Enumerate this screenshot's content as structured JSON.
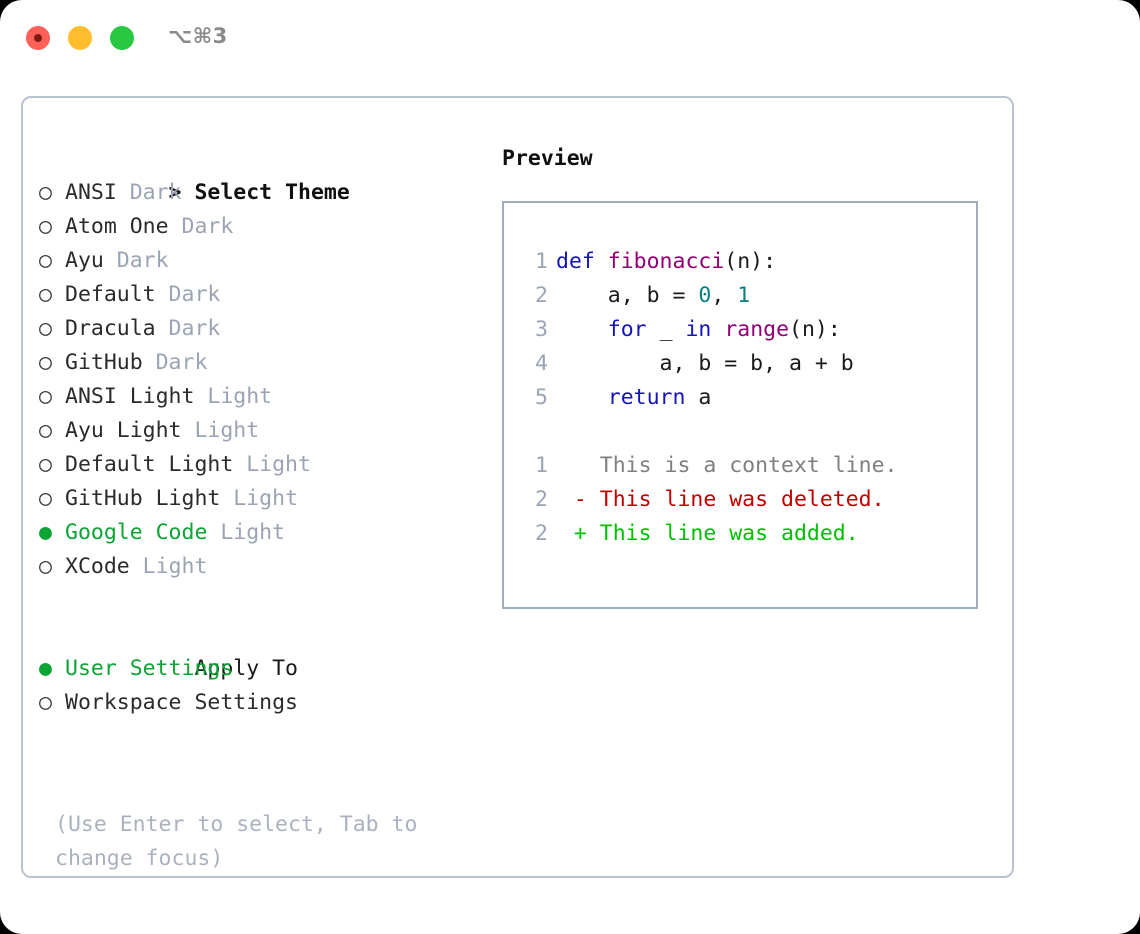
{
  "window": {
    "shortcut": "⌥⌘3",
    "traffic_lights": [
      {
        "name": "close",
        "color": "#ff6159"
      },
      {
        "name": "minimize",
        "color": "#ffbd2e"
      },
      {
        "name": "zoom",
        "color": "#28c840"
      }
    ]
  },
  "theme_picker": {
    "header_marker": ">",
    "header": "Select Theme",
    "marker_selected": "●",
    "marker_unselected": "○",
    "items": [
      {
        "name": "ANSI",
        "tag": "Dark",
        "selected": false
      },
      {
        "name": "Atom One",
        "tag": "Dark",
        "selected": false
      },
      {
        "name": "Ayu",
        "tag": "Dark",
        "selected": false
      },
      {
        "name": "Default",
        "tag": "Dark",
        "selected": false
      },
      {
        "name": "Dracula",
        "tag": "Dark",
        "selected": false
      },
      {
        "name": "GitHub",
        "tag": "Dark",
        "selected": false
      },
      {
        "name": "ANSI Light",
        "tag": "Light",
        "selected": false
      },
      {
        "name": "Ayu Light",
        "tag": "Light",
        "selected": false
      },
      {
        "name": "Default Light",
        "tag": "Light",
        "selected": false
      },
      {
        "name": "GitHub Light",
        "tag": "Light",
        "selected": false
      },
      {
        "name": "Google Code",
        "tag": "Light",
        "selected": true
      },
      {
        "name": "XCode",
        "tag": "Light",
        "selected": false
      }
    ]
  },
  "apply_to": {
    "label": "Apply To",
    "options": [
      {
        "name": "User Settings",
        "selected": true
      },
      {
        "name": "Workspace Settings",
        "selected": false
      }
    ]
  },
  "hint": {
    "line1": "(Use Enter to select, Tab to",
    "line2": "change focus)"
  },
  "preview": {
    "title": "Preview",
    "code_lines": [
      {
        "no": "1",
        "tokens": [
          {
            "t": "def ",
            "c": "kw"
          },
          {
            "t": "fibonacci",
            "c": "fn"
          },
          {
            "t": "(n):",
            "c": "punc"
          }
        ]
      },
      {
        "no": "2",
        "tokens": [
          {
            "t": "    a, b = ",
            "c": "txt"
          },
          {
            "t": "0",
            "c": "num"
          },
          {
            "t": ", ",
            "c": "txt"
          },
          {
            "t": "1",
            "c": "num"
          }
        ]
      },
      {
        "no": "3",
        "tokens": [
          {
            "t": "    ",
            "c": "txt"
          },
          {
            "t": "for",
            "c": "kw"
          },
          {
            "t": " _ ",
            "c": "txt"
          },
          {
            "t": "in",
            "c": "kw"
          },
          {
            "t": " ",
            "c": "txt"
          },
          {
            "t": "range",
            "c": "fn"
          },
          {
            "t": "(n):",
            "c": "punc"
          }
        ]
      },
      {
        "no": "4",
        "tokens": [
          {
            "t": "        a, b = b, a + b",
            "c": "txt"
          }
        ]
      },
      {
        "no": "5",
        "tokens": [
          {
            "t": "    ",
            "c": "txt"
          },
          {
            "t": "return",
            "c": "kw"
          },
          {
            "t": " a",
            "c": "txt"
          }
        ]
      }
    ],
    "diff_lines": [
      {
        "no": "1",
        "sign": " ",
        "text": "This is a context line.",
        "kind": "ctx"
      },
      {
        "no": "2",
        "sign": "-",
        "text": "This line was deleted.",
        "kind": "del"
      },
      {
        "no": "2",
        "sign": "+",
        "text": "This line was added.",
        "kind": "add"
      }
    ]
  },
  "colors": {
    "accent_green": "#0ca434",
    "tag_gray": "#9aa4b5",
    "hint_gray": "#aab2c0",
    "border": "#b9c2cf",
    "preview_border": "#9fadbf",
    "keyword": "#1414b8",
    "function": "#930075",
    "number": "#0b7e7e",
    "diff_context": "#808080",
    "diff_deleted": "#c00000",
    "diff_added": "#00c000"
  }
}
